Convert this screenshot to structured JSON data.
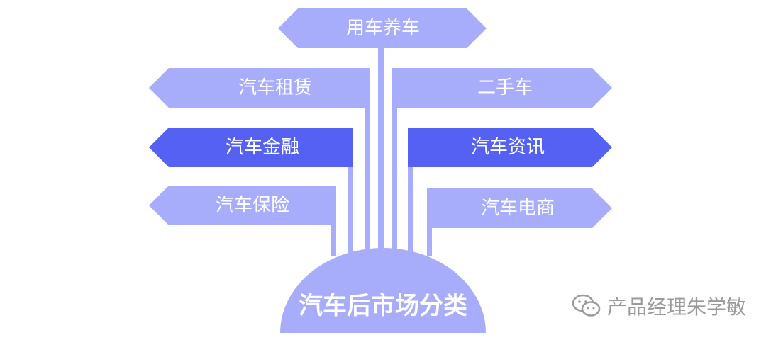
{
  "hub": {
    "label": "汽车后市场分类"
  },
  "signs": [
    {
      "label": "用车养车",
      "highlight": false
    },
    {
      "label": "汽车租赁",
      "highlight": false
    },
    {
      "label": "二手车",
      "highlight": false
    },
    {
      "label": "汽车金融",
      "highlight": true
    },
    {
      "label": "汽车资讯",
      "highlight": true
    },
    {
      "label": "汽车保险",
      "highlight": false
    },
    {
      "label": "汽车电商",
      "highlight": false
    }
  ],
  "colors": {
    "light": "#a8adfb",
    "dark": "#5461f2",
    "post_shadow": "#ffffff"
  },
  "watermark": {
    "text": "产品经理朱学敏",
    "icon": "wechat-icon"
  }
}
